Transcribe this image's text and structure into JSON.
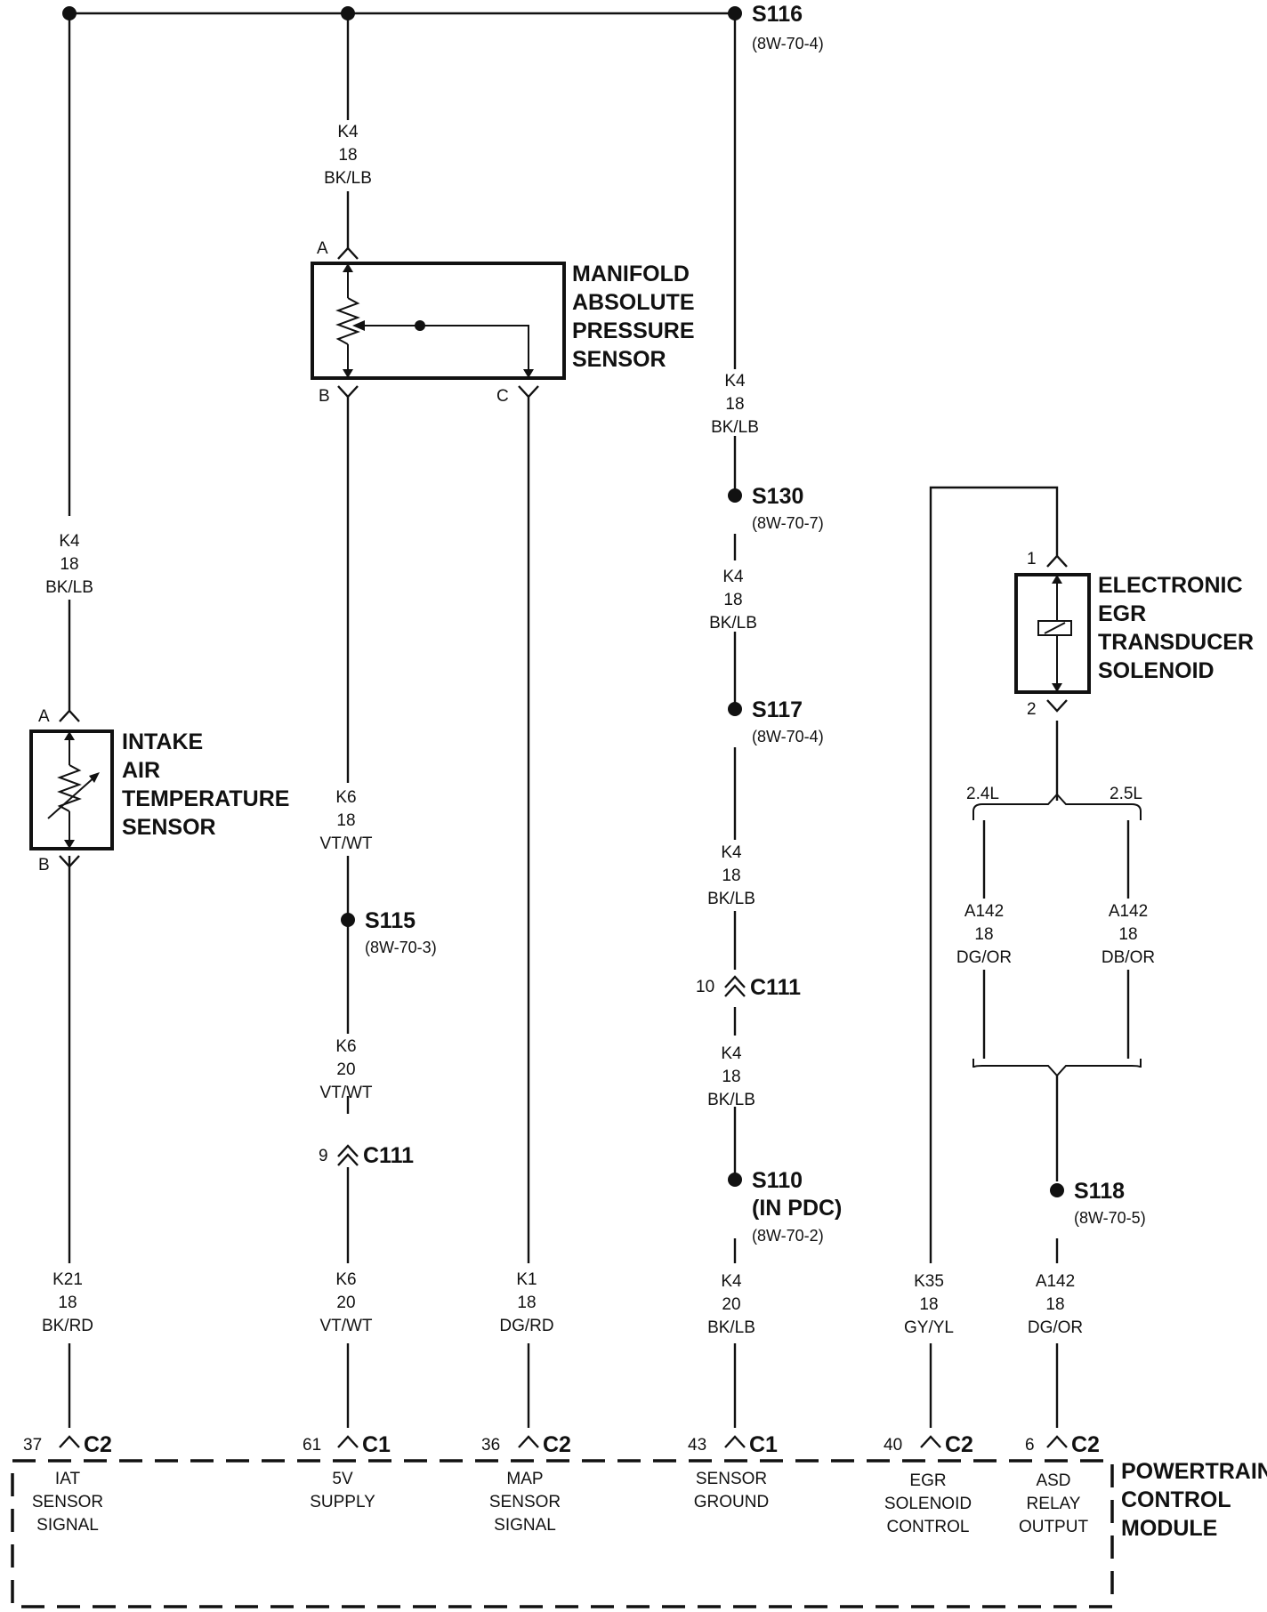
{
  "splices": {
    "s116": {
      "id": "S116",
      "ref": "(8W-70-4)"
    },
    "s130": {
      "id": "S130",
      "ref": "(8W-70-7)"
    },
    "s117": {
      "id": "S117",
      "ref": "(8W-70-4)"
    },
    "s115": {
      "id": "S115",
      "ref": "(8W-70-3)"
    },
    "s110": {
      "id": "S110",
      "sub": "(IN PDC)",
      "ref": "(8W-70-2)"
    },
    "s118": {
      "id": "S118",
      "ref": "(8W-70-5)"
    }
  },
  "components": {
    "map_sensor": {
      "lines": [
        "MANIFOLD",
        "ABSOLUTE",
        "PRESSURE",
        "SENSOR"
      ],
      "pins": [
        "A",
        "B",
        "C"
      ]
    },
    "iat_sensor": {
      "lines": [
        "INTAKE",
        "AIR",
        "TEMPERATURE",
        "SENSOR"
      ],
      "pins": [
        "A",
        "B"
      ]
    },
    "egr_solenoid": {
      "lines": [
        "ELECTRONIC",
        "EGR",
        "TRANSDUCER",
        "SOLENOID"
      ],
      "pins": [
        "1",
        "2"
      ]
    },
    "pcm": {
      "lines": [
        "POWERTRAIN",
        "CONTROL",
        "MODULE"
      ]
    }
  },
  "engine_variants": {
    "left": "2.4L",
    "right": "2.5L"
  },
  "wires": {
    "k4_map": {
      "circuit": "K4",
      "gauge": "18",
      "color": "BK/LB"
    },
    "k4_iat": {
      "circuit": "K4",
      "gauge": "18",
      "color": "BK/LB"
    },
    "k4_a": {
      "circuit": "K4",
      "gauge": "18",
      "color": "BK/LB"
    },
    "k4_b": {
      "circuit": "K4",
      "gauge": "18",
      "color": "BK/LB"
    },
    "k4_c": {
      "circuit": "K4",
      "gauge": "18",
      "color": "BK/LB"
    },
    "k4_d": {
      "circuit": "K4",
      "gauge": "18",
      "color": "BK/LB"
    },
    "k4_e": {
      "circuit": "K4",
      "gauge": "20",
      "color": "BK/LB"
    },
    "k6_a": {
      "circuit": "K6",
      "gauge": "18",
      "color": "VT/WT"
    },
    "k6_b": {
      "circuit": "K6",
      "gauge": "20",
      "color": "VT/WT"
    },
    "k6_c": {
      "circuit": "K6",
      "gauge": "20",
      "color": "VT/WT"
    },
    "k21": {
      "circuit": "K21",
      "gauge": "18",
      "color": "BK/RD"
    },
    "k1": {
      "circuit": "K1",
      "gauge": "18",
      "color": "DG/RD"
    },
    "a142_l": {
      "circuit": "A142",
      "gauge": "18",
      "color": "DG/OR"
    },
    "a142_r": {
      "circuit": "A142",
      "gauge": "18",
      "color": "DB/OR"
    },
    "a142_b": {
      "circuit": "A142",
      "gauge": "18",
      "color": "DG/OR"
    },
    "k35": {
      "circuit": "K35",
      "gauge": "18",
      "color": "GY/YL"
    }
  },
  "inline_connectors": {
    "c111_left": {
      "pin": "9",
      "name": "C111"
    },
    "c111_right": {
      "pin": "10",
      "name": "C111"
    }
  },
  "pcm_terminals": [
    {
      "pin": "37",
      "conn": "C2",
      "lines": [
        "IAT",
        "SENSOR",
        "SIGNAL"
      ]
    },
    {
      "pin": "61",
      "conn": "C1",
      "lines": [
        "5V",
        "SUPPLY"
      ]
    },
    {
      "pin": "36",
      "conn": "C2",
      "lines": [
        "MAP",
        "SENSOR",
        "SIGNAL"
      ]
    },
    {
      "pin": "43",
      "conn": "C1",
      "lines": [
        "SENSOR",
        "GROUND"
      ]
    },
    {
      "pin": "40",
      "conn": "C2",
      "lines": [
        "EGR",
        "SOLENOID",
        "CONTROL"
      ]
    },
    {
      "pin": "6",
      "conn": "C2",
      "lines": [
        "ASD",
        "RELAY",
        "OUTPUT"
      ]
    }
  ]
}
